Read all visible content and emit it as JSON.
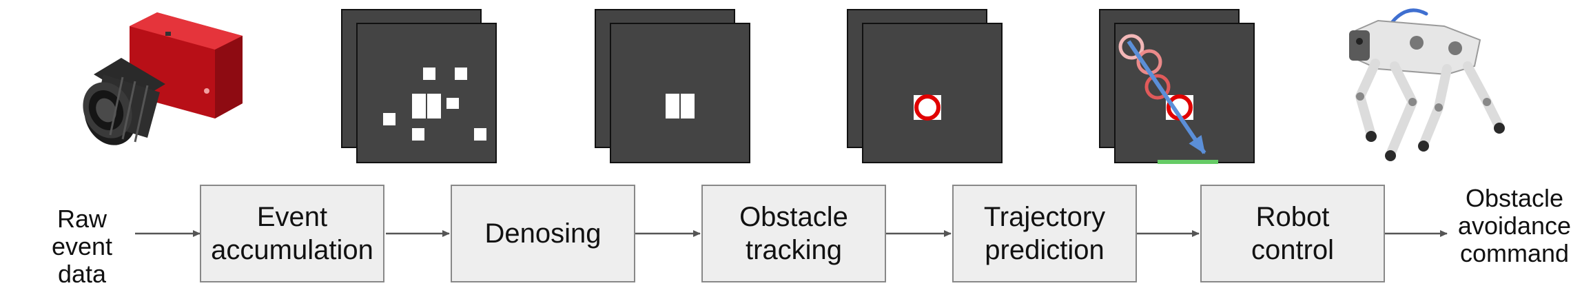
{
  "diagram": {
    "input_label": "Raw\nevent data",
    "output_label": "Obstacle\navoidance\ncommand",
    "stages": [
      {
        "label": "Event\naccumulation"
      },
      {
        "label": "Denosing"
      },
      {
        "label": "Obstacle\ntracking"
      },
      {
        "label": "Trajectory\nprediction"
      },
      {
        "label": "Robot\ncontrol"
      }
    ],
    "colors": {
      "box_fill": "#eeeeee",
      "box_border": "#888888",
      "frame": "#444444",
      "event_pixel": "#ffffff",
      "tracking_circle": "#e00000",
      "trajectory_arrow": "#5b8fd8",
      "safe_zone": "#66cc66",
      "camera_body": "#d0141c",
      "robot_body": "#e6e6e6"
    },
    "icons": {
      "input": "event-camera-icon",
      "output": "quadruped-robot-icon"
    }
  }
}
